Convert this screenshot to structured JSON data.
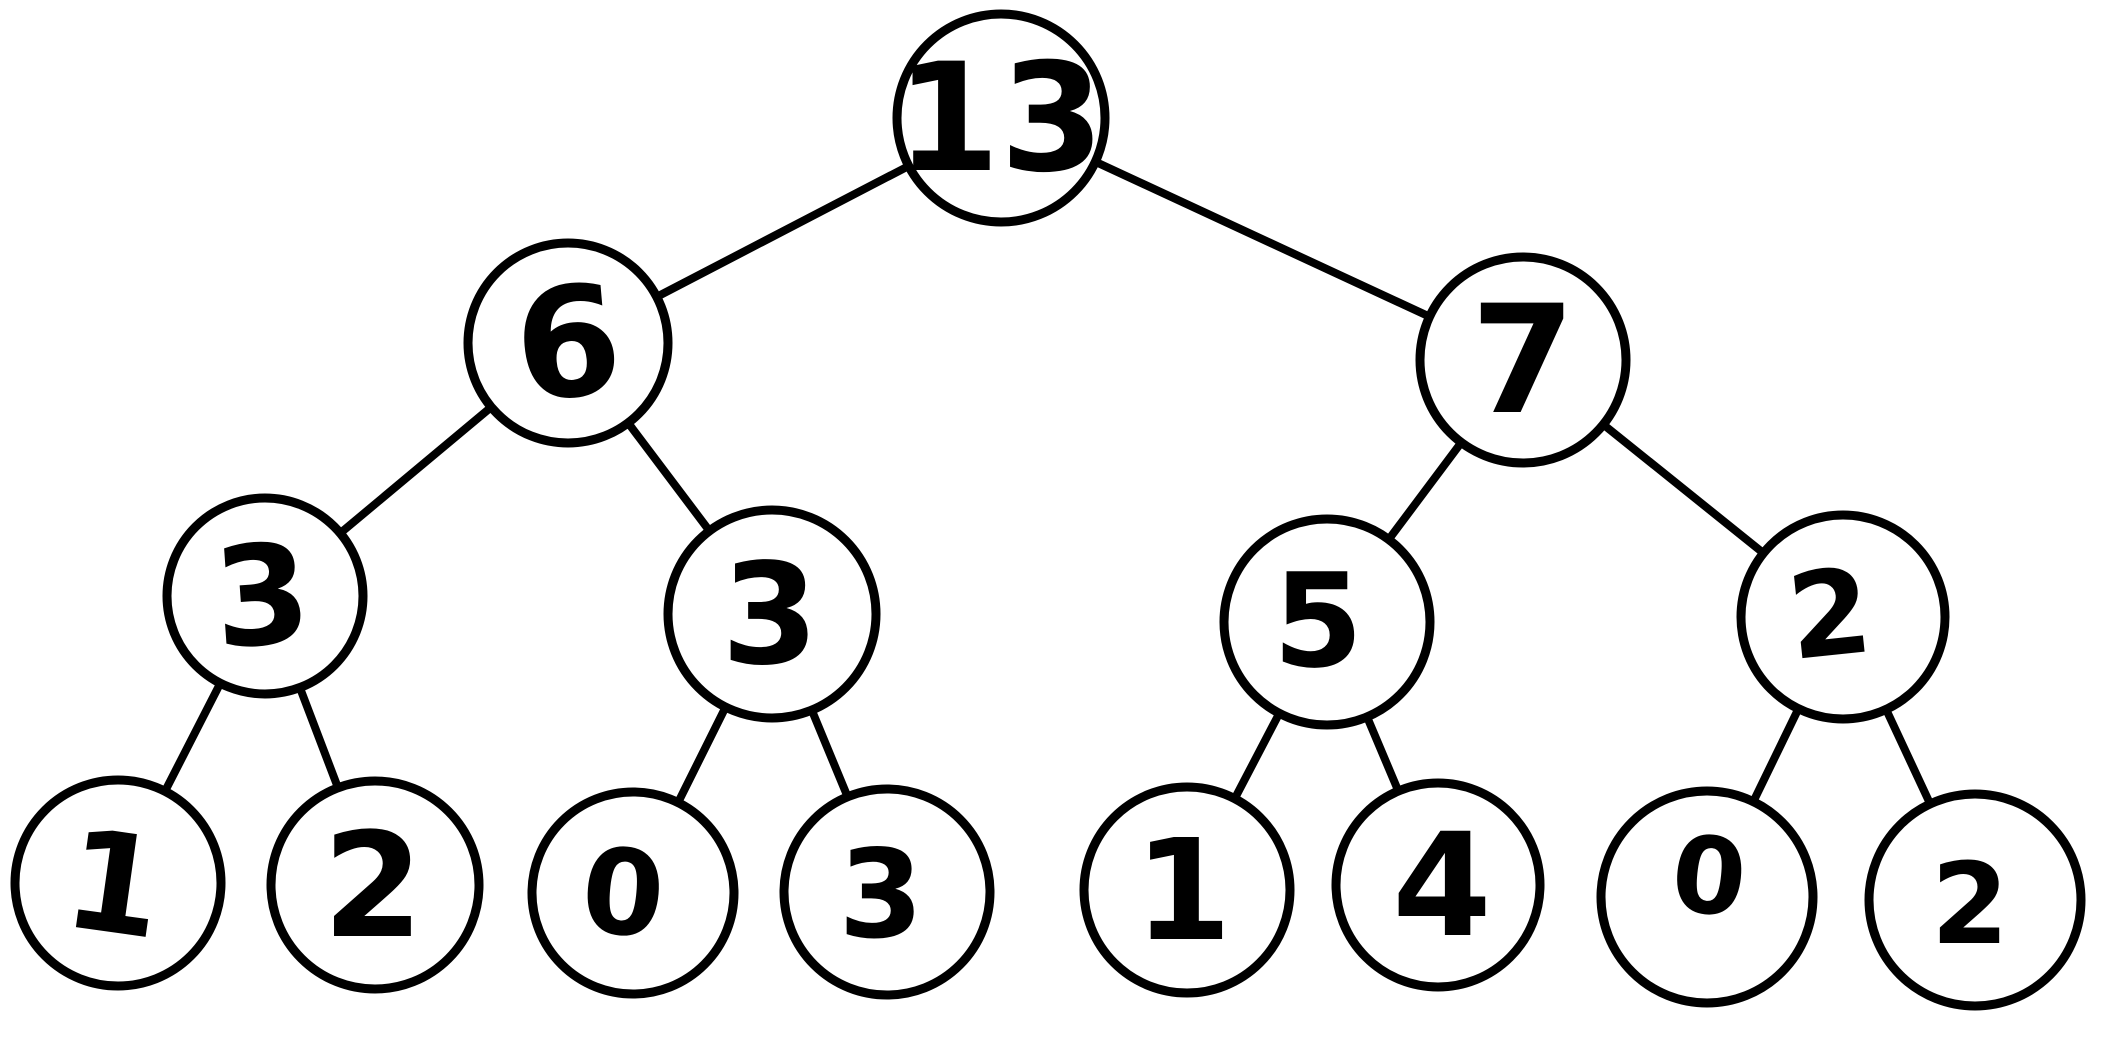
{
  "colors": {
    "background": "#ffffff",
    "ink": "#000000"
  },
  "diagram": {
    "type": "binary-tree",
    "description": "Hand-drawn binary tree of handwritten numbers in circles",
    "levels": [
      [
        "13"
      ],
      [
        "6",
        "7"
      ],
      [
        "3",
        "3",
        "5",
        "2"
      ],
      [
        "1",
        "2",
        "0",
        "3",
        "1",
        "4",
        "0",
        "2"
      ]
    ],
    "edges_by_node_index": [
      [
        0,
        1
      ],
      [
        0,
        2
      ],
      [
        1,
        3
      ],
      [
        1,
        4
      ],
      [
        2,
        5
      ],
      [
        2,
        6
      ],
      [
        3,
        7
      ],
      [
        3,
        8
      ],
      [
        4,
        9
      ],
      [
        4,
        10
      ],
      [
        5,
        11
      ],
      [
        5,
        12
      ],
      [
        6,
        13
      ],
      [
        6,
        14
      ]
    ]
  },
  "nodes": [
    {
      "id": "root",
      "value": "13"
    },
    {
      "id": "L",
      "value": "6"
    },
    {
      "id": "R",
      "value": "7"
    },
    {
      "id": "LL",
      "value": "3"
    },
    {
      "id": "LR",
      "value": "3"
    },
    {
      "id": "RL",
      "value": "5"
    },
    {
      "id": "RR",
      "value": "2"
    },
    {
      "id": "LLL",
      "value": "1"
    },
    {
      "id": "LLR",
      "value": "2"
    },
    {
      "id": "LRL",
      "value": "0"
    },
    {
      "id": "LRR",
      "value": "3"
    },
    {
      "id": "RLL",
      "value": "1"
    },
    {
      "id": "RLR",
      "value": "4"
    },
    {
      "id": "RRL",
      "value": "0"
    },
    {
      "id": "RRR",
      "value": "2"
    }
  ]
}
